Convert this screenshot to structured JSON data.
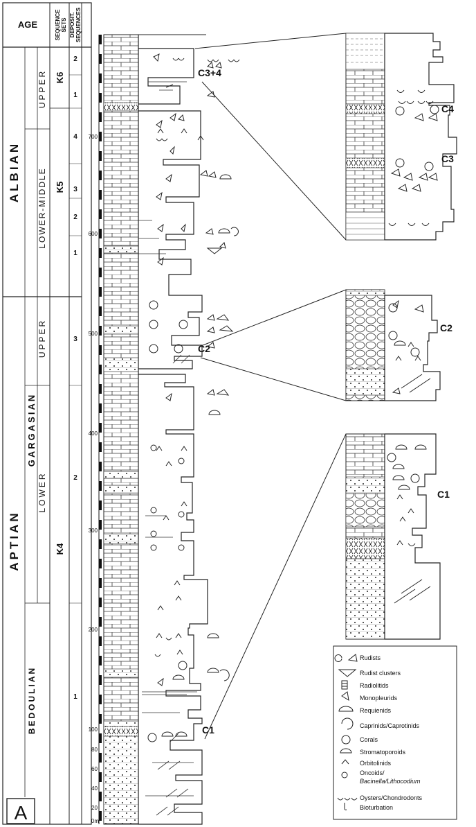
{
  "header": {
    "age": "AGE",
    "sequence_sets": [
      "SEQUENCE",
      "SETS"
    ],
    "deposit_sequences": [
      "DEPOSIT.",
      "SEQUENCES"
    ]
  },
  "stages": {
    "albian": "ALBIAN",
    "aptian": "APTIAN"
  },
  "substages": {
    "gargasian": "GARGASIAN",
    "bedoulian": "BEDOULIAN"
  },
  "subunits": {
    "albian_upper": "UPPER",
    "albian_lower_middle": "LOWER-MIDDLE",
    "gargasian_upper": "UPPER",
    "gargasian_lower": "LOWER"
  },
  "sequence_sets": [
    "K6",
    "K5",
    "K4"
  ],
  "deposit_sequences": [
    "2",
    "1",
    "4",
    "3",
    "2",
    "1",
    "3",
    "2",
    "1"
  ],
  "depth_ticks": [
    "700",
    "600",
    "500",
    "400",
    "300",
    "200",
    "100",
    "80",
    "60",
    "40",
    "20",
    "0m"
  ],
  "cycles": [
    "C3+4",
    "C2",
    "C1",
    "C4",
    "C3",
    "C2",
    "C1"
  ],
  "panel_label": "A",
  "legend": [
    {
      "icon": "rudists-icon",
      "label": "Rudists"
    },
    {
      "icon": "rudist-clusters-icon",
      "label": "Rudist clusters"
    },
    {
      "icon": "radiolitids-icon",
      "label": "Radiolitids"
    },
    {
      "icon": "monopleurids-icon",
      "label": "Monopleurids"
    },
    {
      "icon": "requienids-icon",
      "label": "Requienids"
    },
    {
      "icon": "caprinids-icon",
      "label": "Caprinids/Caprotinids"
    },
    {
      "icon": "corals-icon",
      "label": "Corals"
    },
    {
      "icon": "stromatoporoids-icon",
      "label": "Stromatoporoids"
    },
    {
      "icon": "orbitolinids-icon",
      "label": "Orbitolinids"
    },
    {
      "icon": "oncoids-icon",
      "label": "Oncoids/",
      "label2": "Bacinella/Lithocodium"
    },
    {
      "icon": "oysters-icon",
      "label": "Oysters/Chondrodonts"
    },
    {
      "icon": "bioturbation-icon",
      "label": "Bioturbation"
    }
  ]
}
